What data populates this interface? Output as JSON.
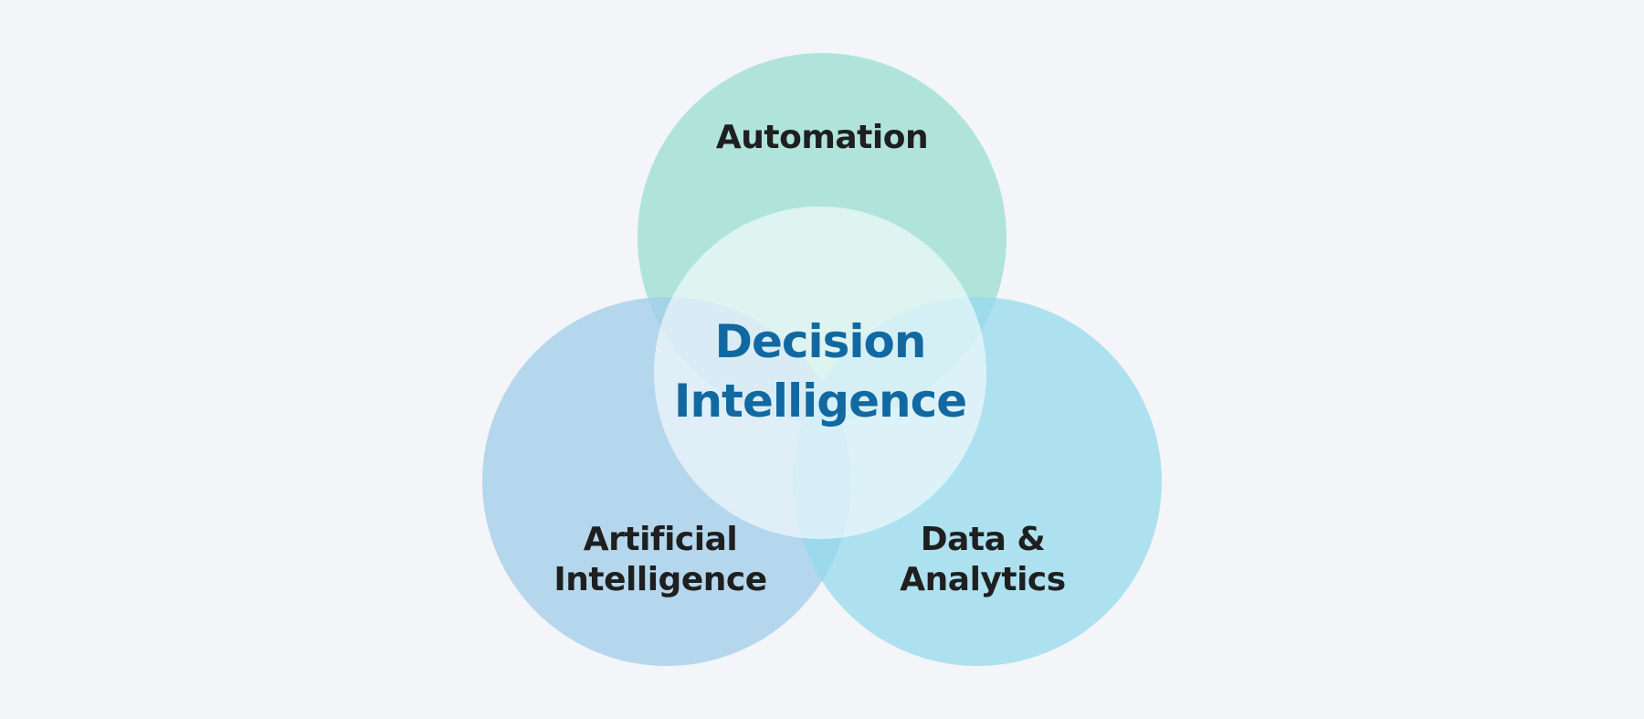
{
  "palette": {
    "background": "#f4f5f8",
    "set_label_text": "#1f1f20",
    "center_label_text": "#1269a1",
    "center_overlay_fill": "#ffffff",
    "center_overlay_opacity": "0.58",
    "circle_fill_opacity": "0.75"
  },
  "diagram": {
    "type": "venn",
    "sets": [
      {
        "id": "automation",
        "lines": [
          "Automation"
        ],
        "fill": "#99ded1",
        "rendered_color": "#b0e4db",
        "position": "top"
      },
      {
        "id": "artificial-intelligence",
        "lines": [
          "Artificial",
          "Intelligence"
        ],
        "fill": "#a0ccea",
        "rendered_color": "#b5d6ee",
        "position": "bottom-left"
      },
      {
        "id": "data-analytics",
        "lines": [
          "Data &",
          "Analytics"
        ],
        "fill": "#96daec",
        "rendered_color": "#aee1ef",
        "position": "bottom-right"
      }
    ],
    "center": {
      "lines": [
        "Decision",
        "Intelligence"
      ]
    }
  }
}
